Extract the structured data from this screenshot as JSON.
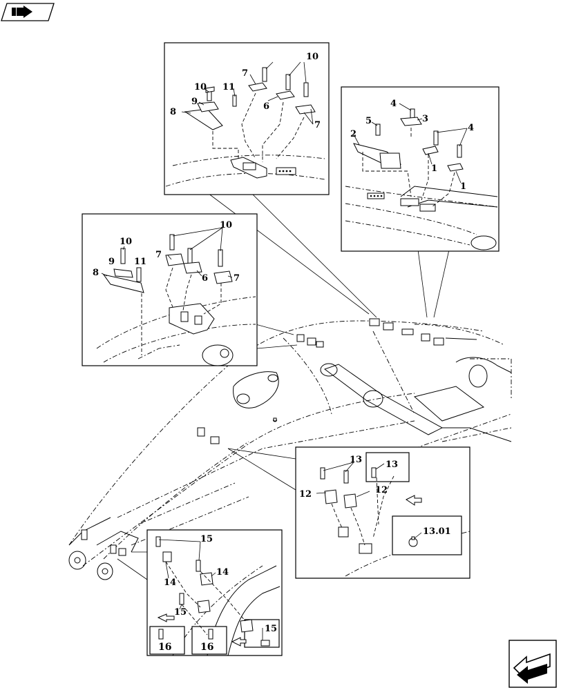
{
  "diagram": {
    "labels": {
      "a_10": "10",
      "a_7": "7",
      "a_10b": "10",
      "a_11": "11",
      "a_9": "9",
      "a_8": "8",
      "a_6": "6",
      "a_7b": "7",
      "b_4": "4",
      "b_5": "5",
      "b_3": "3",
      "b_2": "2",
      "b_4b": "4",
      "b_1": "1",
      "b_1b": "1",
      "c_10": "10",
      "c_10b": "10",
      "c_7": "7",
      "c_9": "9",
      "c_11": "11",
      "c_8": "8",
      "c_6": "6",
      "c_7b": "7",
      "d_13": "13",
      "d_13b": "13",
      "d_12": "12",
      "d_12b": "12",
      "d_1301": "13.01",
      "e_15": "15",
      "e_14": "14",
      "e_14b": "14",
      "e_15b": "15",
      "e_15c": "15",
      "e_16": "16",
      "e_16b": "16"
    }
  },
  "icons": {
    "top_left": "book-arrow-icon",
    "bottom_right": "next-page-arrow-icon"
  }
}
